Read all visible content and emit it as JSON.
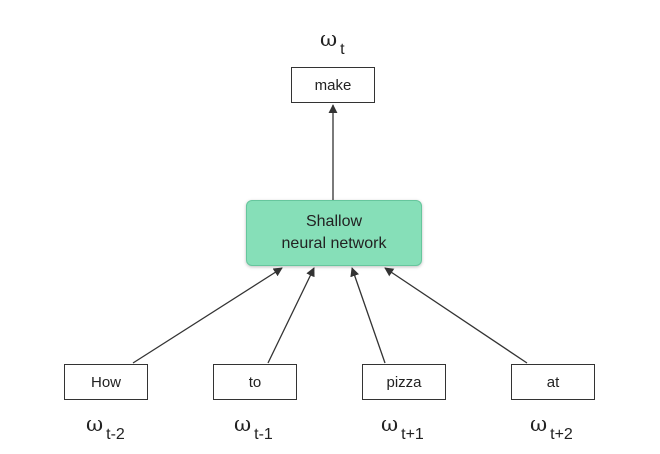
{
  "colors": {
    "model_fill": "#86dfb8",
    "model_border": "#66c69d",
    "line": "#333333"
  },
  "output": {
    "symbol": "ω",
    "subscript": "t",
    "word": "make"
  },
  "model": {
    "line1": "Shallow",
    "line2": "neural network"
  },
  "context": [
    {
      "word": "How",
      "symbol": "ω",
      "subscript": "t-2"
    },
    {
      "word": "to",
      "symbol": "ω",
      "subscript": "t-1"
    },
    {
      "word": "pizza",
      "symbol": "ω",
      "subscript": "t+1"
    },
    {
      "word": "at",
      "symbol": "ω",
      "subscript": "t+2"
    }
  ]
}
